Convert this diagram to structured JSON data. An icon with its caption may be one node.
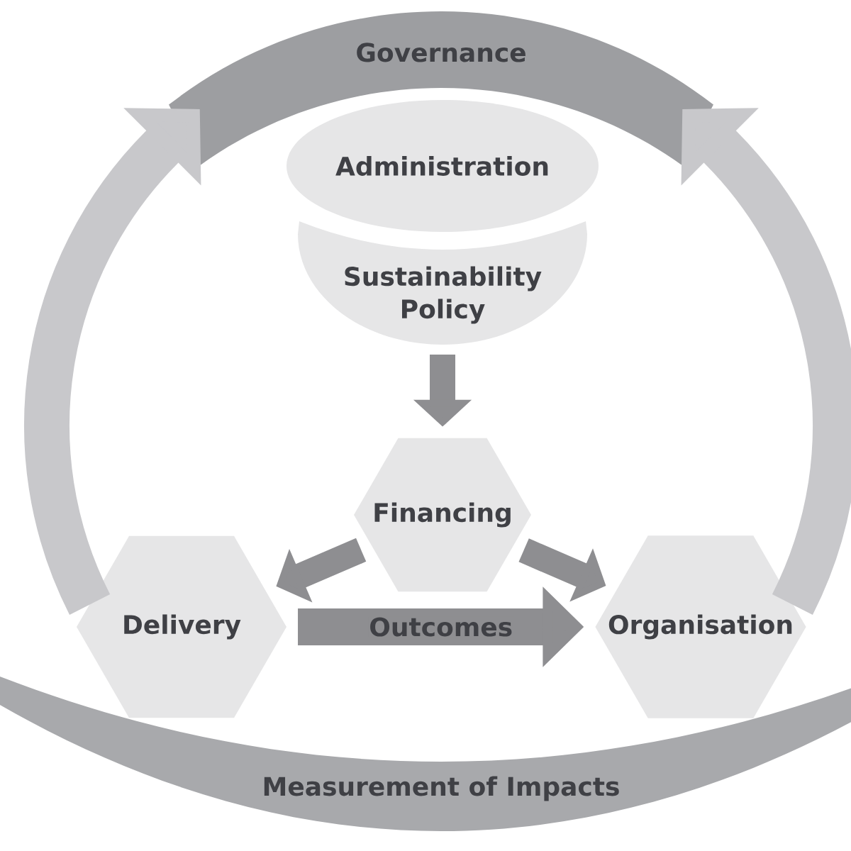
{
  "diagram": {
    "nodes": [
      {
        "text": [
          "Governance"
        ]
      },
      {
        "text": [
          "Administration"
        ]
      },
      {
        "text": [
          "Sustainability Policy"
        ]
      },
      {
        "text": [
          "Financing"
        ]
      },
      {
        "text": [
          "Delivery"
        ]
      },
      {
        "text": [
          "Organisation"
        ]
      },
      {
        "text": [
          "Measurement of Impacts"
        ]
      }
    ],
    "edges": [
      {
        "from": 2,
        "to": 3,
        "arrow": "to"
      },
      {
        "from": 3,
        "to": 4,
        "arrow": "to"
      },
      {
        "from": 3,
        "to": 5,
        "arrow": "to"
      },
      {
        "from": 4,
        "to": 5,
        "arrow": "to",
        "label": "Outcomes"
      },
      {
        "from": 4,
        "to": 0,
        "arrow": "to",
        "color": "#c8c8cb"
      },
      {
        "from": 5,
        "to": 0,
        "arrow": "to",
        "color": "#c8c8cb"
      }
    ]
  }
}
